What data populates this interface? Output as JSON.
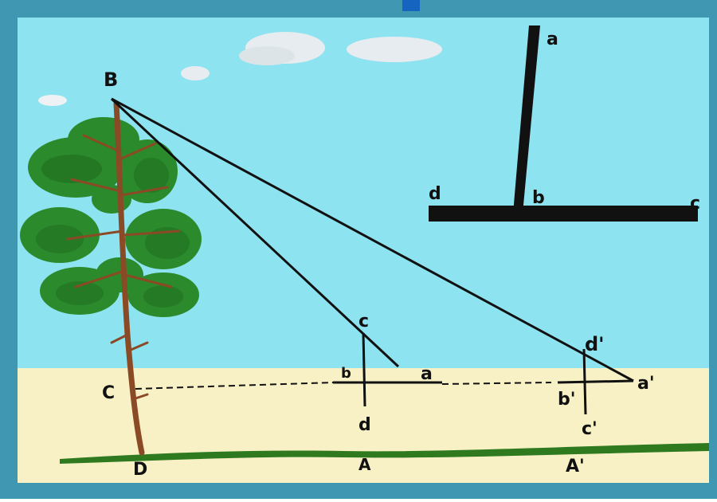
{
  "diagram": {
    "labels": {
      "B": "B",
      "C": "C",
      "D": "D",
      "A": "A",
      "A_prime": "A'",
      "c": "c",
      "b": "b",
      "a": "a",
      "d": "d",
      "d_prime": "d'",
      "b_prime": "b'",
      "a_prime": "a'",
      "c_prime": "c'",
      "tool_a": "a",
      "tool_b": "b",
      "tool_c": "c",
      "tool_d": "d"
    }
  },
  "colors": {
    "frame": "#3f97b2",
    "sky": "#8ee3f0",
    "ground": "#f8f1c6",
    "grass": "#2f7a1f",
    "trunk": "#8b4a26",
    "foliage": "#2b8a2b",
    "foliage_dark": "#1f6a1f",
    "ink": "#111111",
    "cloud": "#e8eef0"
  }
}
